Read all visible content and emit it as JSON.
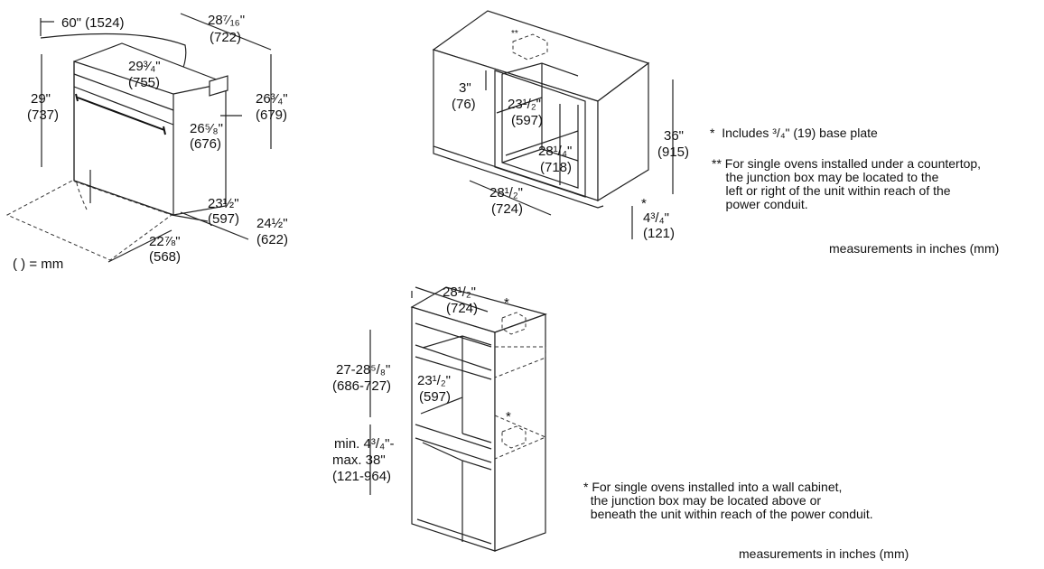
{
  "oven": {
    "cord_length": "60\" (1524)",
    "cord_length_mm": "",
    "depth_top": "28⁷⁄₁₆\"",
    "depth_top_mm": "(722)",
    "width_front": "29³⁄₄\"",
    "width_front_mm": "(755)",
    "height": "29\"",
    "height_mm": "(737)",
    "height_back": "26³⁄₄\"",
    "height_back_mm": "(679)",
    "inner_height": "26⁵⁄₈\"",
    "inner_height_mm": "(676)",
    "body_depth": "23½\"",
    "body_depth_mm": "(597)",
    "side_depth": "24½\"",
    "side_depth_mm": "(622)",
    "door_swing": "22⅞\"",
    "door_swing_mm": "(568)",
    "mm_legend": "( ) = mm"
  },
  "undercounter": {
    "stars": "**",
    "gap_top": "3\"",
    "gap_top_mm": "(76)",
    "depth": "23¹/₂\"",
    "depth_mm": "(597)",
    "height_open": "28¹/₄\"",
    "height_open_mm": "(718)",
    "width_open": "28¹/₂\"",
    "width_open_mm": "(724)",
    "total_height": "36\"",
    "total_height_mm": "(915)",
    "base_star": "*",
    "base_height": "4³/₄\"",
    "base_height_mm": "(121)"
  },
  "notes_top": {
    "note1": "*  Includes ³/₄\" (19) base plate",
    "note2": "** For single ovens installed under a countertop,\n    the junction box may be located to the\n    left or right of the unit within reach of the\n    power conduit.",
    "units": "measurements in inches (mm)"
  },
  "wall": {
    "width": "28¹/₂\"",
    "width_mm": "(724)",
    "star_top": "*",
    "star_mid": "*",
    "height_range": "27-28⁵/₈\"",
    "height_range_mm": "(686-727)",
    "depth": "23¹/₂\"",
    "depth_mm": "(597)",
    "min_label": "min. 4³/₄\"-",
    "max_label": "max. 38\"",
    "range_mm": "(121-964)"
  },
  "notes_bottom": {
    "note": "* For single ovens installed into a wall cabinet,\n  the junction box may be located above or\n  beneath the unit within reach of the power conduit.",
    "units": "measurements in inches (mm)"
  }
}
